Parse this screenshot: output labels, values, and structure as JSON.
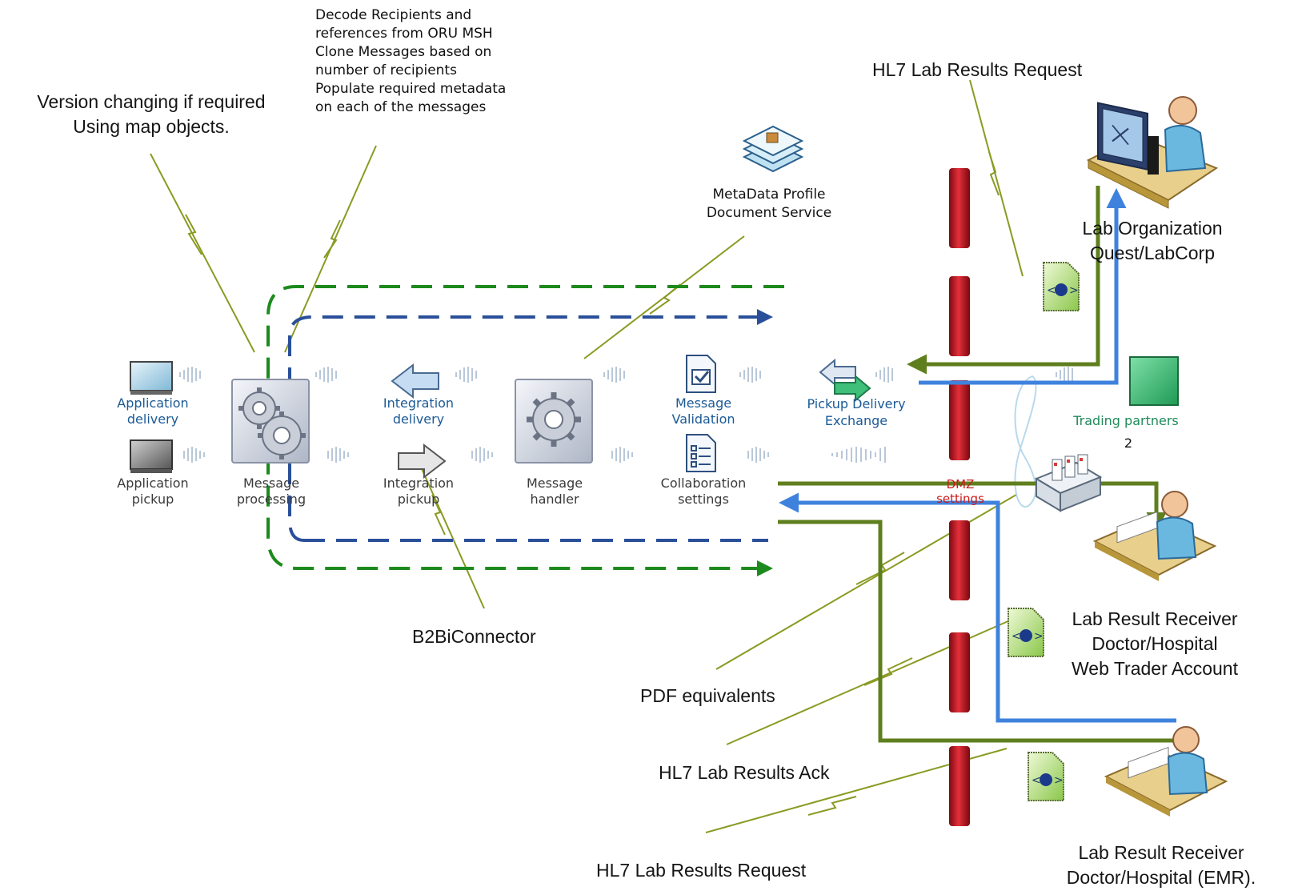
{
  "annotations": {
    "version_changing": "Version changing if required\nUsing map objects.",
    "decode_recipients": "Decode Recipients and\nreferences from ORU MSH\nClone Messages based on\nnumber of recipients\nPopulate required metadata\non each of the messages",
    "hl7_request_top": "HL7 Lab Results Request",
    "metadata_profile": "MetaData Profile\nDocument Service",
    "lab_org": "Lab Organization\nQuest/LabCorp",
    "b2bi_connector": "B2BiConnector",
    "pdf_equivalents": "PDF equivalents",
    "hl7_ack": "HL7 Lab Results Ack",
    "hl7_request_bottom": "HL7 Lab Results Request",
    "receiver_web": "Lab Result Receiver\nDoctor/Hospital\nWeb Trader Account",
    "receiver_emr": "Lab Result Receiver\nDoctor/Hospital (EMR)."
  },
  "nodes": {
    "application_delivery": "Application\ndelivery",
    "application_pickup": "Application\npickup",
    "message_processing": "Message\nprocessing",
    "integration_delivery": "Integration\ndelivery",
    "integration_pickup": "Integration\npickup",
    "message_handler": "Message\nhandler",
    "message_validation": "Message\nValidation",
    "collaboration_settings": "Collaboration\nsettings",
    "pickup_delivery_exchange": "Pickup Delivery\nExchange",
    "trading_partners": "Trading partners",
    "trading_partners_count": "2",
    "dmz_settings": "DMZ\nsettings"
  },
  "colors": {
    "green_flow": "#5f7f1e",
    "blue_flow": "#3f82dd",
    "green_dash": "#1d8a1d",
    "blue_dash": "#2a4f9a",
    "dmz_red": "#b3101c",
    "annotation_line": "#8a9a22"
  }
}
